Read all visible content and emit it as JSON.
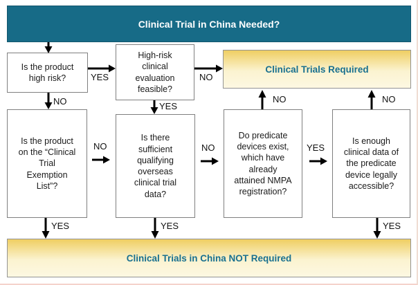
{
  "title": "Clinical Trial in China Needed?",
  "outcomes": {
    "required": {
      "label": "Clinical Trials Required"
    },
    "not_required": {
      "label": "Clinical Trials in China NOT Required"
    }
  },
  "nodes": {
    "high_risk": {
      "label": "Is the product\nhigh risk?"
    },
    "high_risk_eval": {
      "label": "High-risk\nclinical\nevaluation\nfeasible?"
    },
    "exemption_list": {
      "label": "Is the product\non the “Clinical\nTrial\nExemption\nList”?"
    },
    "overseas_data": {
      "label": "Is there\nsufficient\nqualifying\noverseas\nclinical trial\ndata?"
    },
    "predicate_exist": {
      "label": "Do predicate\ndevices exist,\nwhich have\nalready\nattained NMPA\nregistration?"
    },
    "predicate_data": {
      "label": "Is enough\nclinical data of\nthe predicate\ndevice legally\naccessible?"
    }
  },
  "edges": [
    {
      "from": "title-banner",
      "to": "high_risk",
      "label": ""
    },
    {
      "from": "high_risk",
      "to": "high_risk_eval",
      "label": "YES"
    },
    {
      "from": "high_risk_eval",
      "to": "trials_required",
      "label": "NO"
    },
    {
      "from": "high_risk",
      "to": "exemption_list",
      "label": "NO"
    },
    {
      "from": "high_risk_eval",
      "to": "overseas_data",
      "label": "YES"
    },
    {
      "from": "exemption_list",
      "to": "overseas_data",
      "label": "NO"
    },
    {
      "from": "overseas_data",
      "to": "predicate_exist",
      "label": "NO"
    },
    {
      "from": "predicate_exist",
      "to": "trials_required",
      "label": "NO"
    },
    {
      "from": "predicate_exist",
      "to": "predicate_data",
      "label": "YES"
    },
    {
      "from": "predicate_data",
      "to": "trials_required",
      "label": "NO"
    },
    {
      "from": "exemption_list",
      "to": "not_required",
      "label": "YES"
    },
    {
      "from": "overseas_data",
      "to": "not_required",
      "label": "YES"
    },
    {
      "from": "predicate_data",
      "to": "not_required",
      "label": "YES"
    }
  ],
  "colors": {
    "banner_bg": "#176B87",
    "banner_text": "#FFFFFF",
    "outcome_text": "#19708F",
    "outcome_gradient_top": "#EFCE62",
    "outcome_gradient_bottom": "#FDF8E2",
    "box_border": "#7F7F7F",
    "arrow": "#000000"
  }
}
